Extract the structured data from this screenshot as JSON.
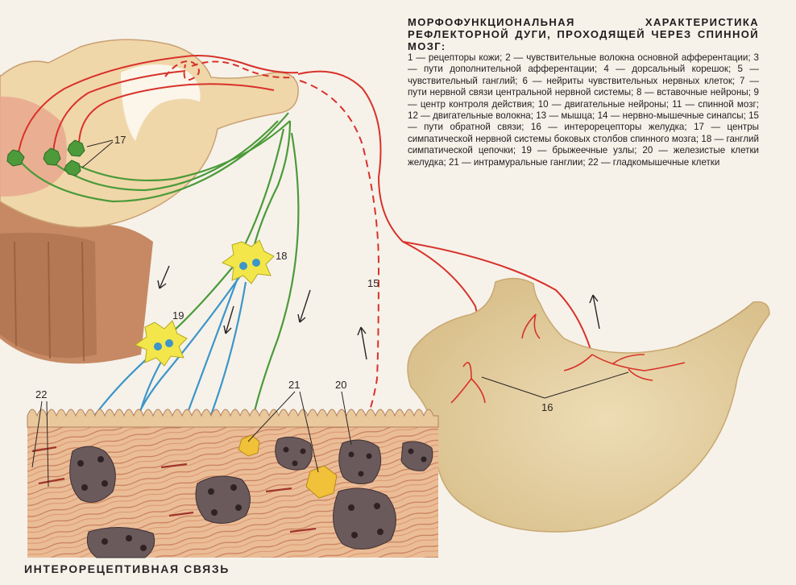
{
  "legend": {
    "title": "МОРФОФУНКЦИОНАЛЬНАЯ ХАРАКТЕРИСТИКА РЕФЛЕКТОРНОЙ ДУГИ, ПРОХОДЯЩЕЙ ЧЕРЕЗ СПИННОЙ МОЗГ:",
    "body": "1 — рецепторы кожи; 2 — чувствительные волокна основной афферентации; 3 — пути дополнительной афферентации; 4 — дорсальный корешок; 5 — чувствительный ганглий; 6 — нейриты чувствительных нервных клеток; 7 — пути нервной связи центральной нервной системы; 8 — вставочные нейроны; 9 — центр контроля действия; 10 — двигательные нейроны; 11 — спинной мозг; 12 — двигательные волокна; 13 — мышца; 14 — нервно-мышечные синапсы; 15 — пути обратной связи; 16 — интерорецепторы желудка; 17 — центры симпатической нервной системы боковых столбов спинного мозга; 18 — ганглий симпатической цепочки; 19 — брыжеечные узлы; 20 — железистые клетки желудка; 21 — интрамуральные ганглии; 22 — гладкомышечные клетки"
  },
  "caption": "ИНТЕРОРЕЦЕПТИВНАЯ СВЯЗЬ",
  "labels": {
    "l17": "17",
    "l18": "18",
    "l19": "19",
    "l15": "15",
    "l16": "16",
    "l21": "21",
    "l20": "20",
    "l22": "22"
  },
  "colors": {
    "spinal_cord": "#f0d7aa",
    "spinal_core": "#e9a88e",
    "column": "#c98a62",
    "afferent": "#d8322a",
    "efferent_green": "#4c9a3a",
    "postganglionic_blue": "#3d95c8",
    "ganglion_yellow": "#f2e64a",
    "stomach": "#e7d2a4",
    "tissue": "#e9b890",
    "gland": "#6b5a5c"
  }
}
